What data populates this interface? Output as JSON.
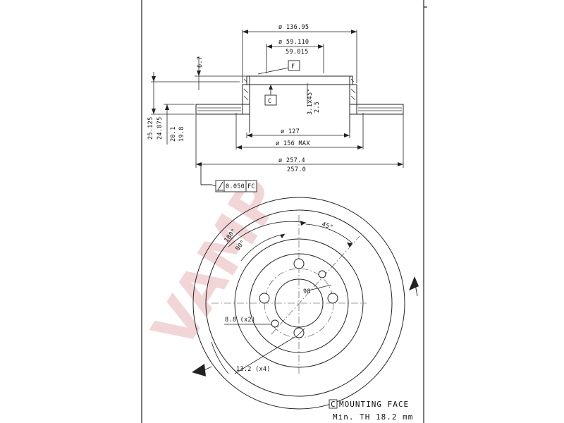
{
  "watermark": "VAMP",
  "section_view": {
    "dims": {
      "outer_dia": "ø 136.95",
      "bore_max": "ø 59.110",
      "bore_min": "59.015",
      "thickness_top": "6.7",
      "chamfer_a": "3.1x45°",
      "chamfer_b": "2.5",
      "hub_dia": "ø 127",
      "vent_dia": "ø 156 MAX",
      "disc_dia_max": "ø 257.4",
      "disc_dia_min": "257.0",
      "height_a": "25.125",
      "height_b": "24.875",
      "height_c": "20.1",
      "height_d": "19.8"
    },
    "datum_f": "F",
    "datum_c": "C",
    "tolerance_value": "0.050",
    "tolerance_ref": "FC"
  },
  "front_view": {
    "angle_180": "180°",
    "angle_90": "90°",
    "angle_45": "45°",
    "pcd": "98",
    "small_hole": "8.8  (x2)",
    "bolt_hole": "13.2  (x4)"
  },
  "notes": {
    "datum_letter": "C",
    "mounting_face": "MOUNTING FACE",
    "min_thickness": "Min. TH 18.2 mm"
  }
}
